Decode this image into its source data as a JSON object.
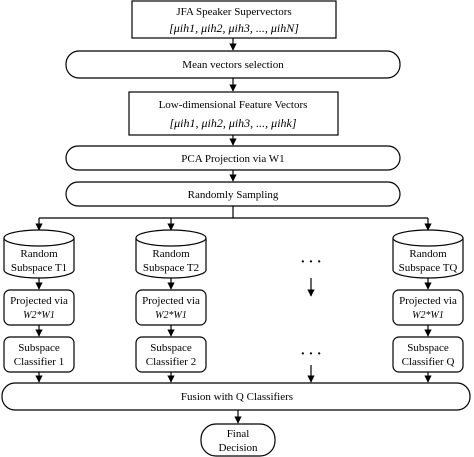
{
  "nodes": {
    "jfa_title": "JFA Speaker Supervectors",
    "jfa_vector": "[μih1, μih2, μih3, ..., μihN]",
    "mean_selection": "Mean vectors selection",
    "lowdim_title": "Low-dimensional Feature Vectors",
    "lowdim_vector": "[μih1, μih2, μih3, ..., μihk]",
    "pca": "PCA Projection via W1",
    "sampling": "Randomly Sampling",
    "fusion": "Fusion with Q Classifiers",
    "final_line1": "Final",
    "final_line2": "Decision",
    "dots": "· · ·"
  },
  "columns": [
    {
      "subspace_line1": "Random",
      "subspace_line2": "Subspace T1",
      "proj_line1": "Projected via",
      "proj_line2": "W2*W1",
      "clf_line1": "Subspace",
      "clf_line2": "Classifier 1"
    },
    {
      "subspace_line1": "Random",
      "subspace_line2": "Subspace T2",
      "proj_line1": "Projected via",
      "proj_line2": "W2*W1",
      "clf_line1": "Subspace",
      "clf_line2": "Classifier 2"
    },
    {
      "subspace_line1": "Random",
      "subspace_line2": "Subspace TQ",
      "proj_line1": "Projected via",
      "proj_line2": "W2*W1",
      "clf_line1": "Subspace",
      "clf_line2": "Classifier Q"
    }
  ]
}
